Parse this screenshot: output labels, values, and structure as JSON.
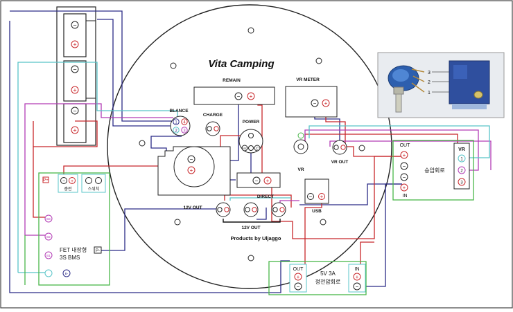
{
  "title": "Vita Camping",
  "credit": "Products by Uljaggo",
  "labels": {
    "remain": "REMAIN",
    "vr_meter": "VR METER",
    "blance": "BLANCE",
    "charge": "CHARGE",
    "power": "POWER",
    "direct": "DIRECT",
    "out12_a": "12V OUT",
    "out12_b": "12V OUT",
    "usb": "USB",
    "vr": "VR",
    "vr_out": "VR OUT",
    "charge_port": "충전",
    "switch_port": "스위치",
    "bms_line1": "FET 내장형",
    "bms_line2": "3S BMS",
    "bms_plus": "P+",
    "bms_minus": "P-",
    "bms_b1": "B1",
    "bms_b2": "B2",
    "bms_b3": "B3",
    "bms_bm": "B-",
    "boost_out": "OUT",
    "boost_in": "IN",
    "boost_name": "승압회로",
    "vr_box": "VR",
    "step_out": "OUT",
    "step_in": "IN",
    "step_line1": "5V 3A",
    "step_line2": "정전압회로",
    "pin1": "1",
    "pin2": "2",
    "pin3": "3",
    "power_l": "LED",
    "power_c": "C"
  },
  "colors": {
    "blue": "#2a2a86",
    "red": "#c8262a",
    "purple": "#b23bb5",
    "cyan": "#58c4c8",
    "green": "#49b649",
    "dark": "#111111"
  }
}
